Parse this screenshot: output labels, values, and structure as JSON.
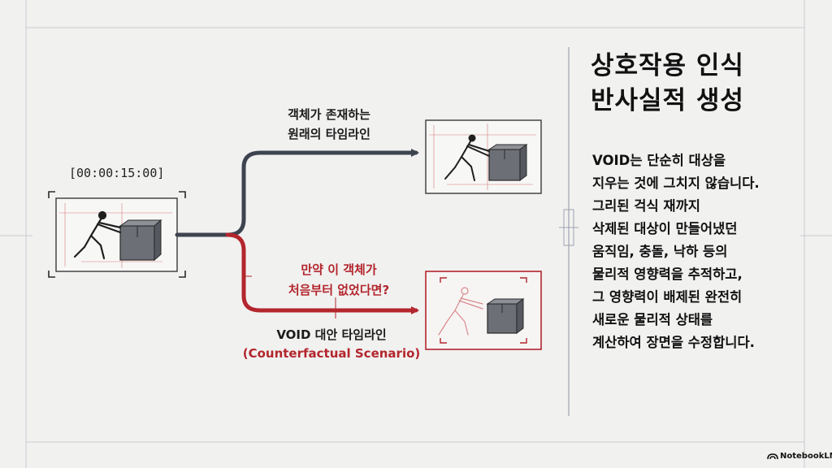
{
  "timecode": "[00:00:15:00]",
  "branch_top": {
    "line1": "객체가 존재하는",
    "line2": "원래의 타임라인"
  },
  "branch_bottom": {
    "question_line1": "만약 이 객체가",
    "question_line2": "처음부터 없었다면?",
    "label": "VOID 대안 타임라인",
    "label_en": "(Counterfactual Scenario)"
  },
  "title": {
    "line1": "상호작용 인식",
    "line2": "반사실적 생성"
  },
  "body_lines": [
    "VOID는 단순히 대상을",
    "지우는 것에 그치지 않습니다.",
    "그리된 걱식 재까지",
    "삭제된 대상이 만들어냈던",
    "움직임, 충돌, 낙하 등의",
    "물리적 영향력을 추적하고,",
    "그 영향력이 배제된 완전히",
    "새로운 물리적 상태를",
    "계산하여 장면을 수정합니다."
  ],
  "brand": "NotebookLM",
  "colors": {
    "dark_line": "#3d4450",
    "red_line": "#b3262d",
    "background": "#f1f1f0"
  }
}
